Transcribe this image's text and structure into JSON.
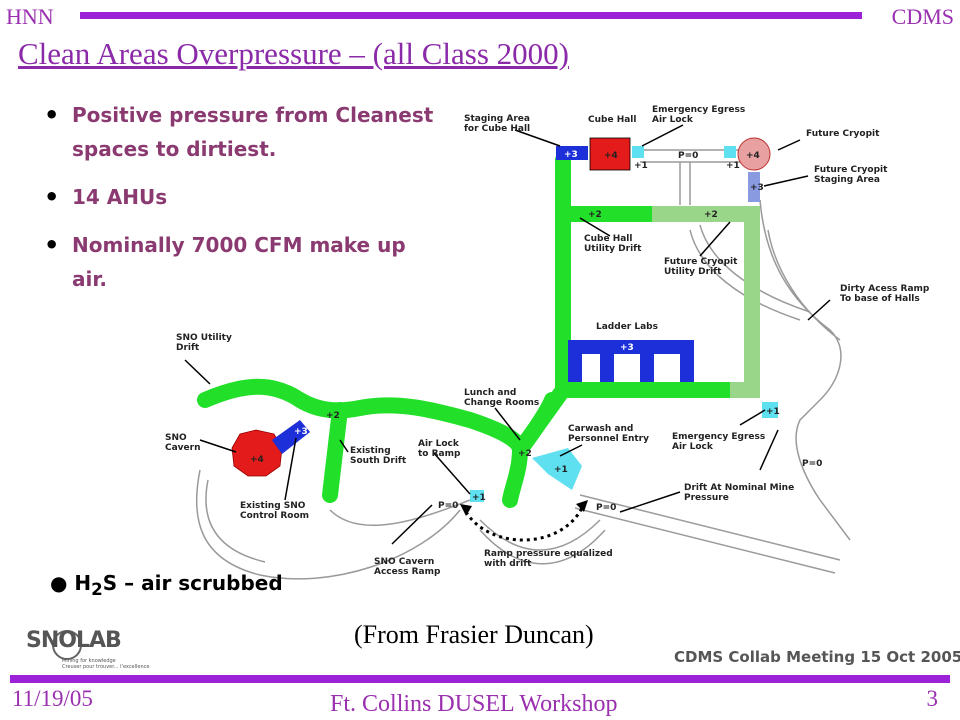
{
  "header": {
    "left": "HNN",
    "right": "CDMS"
  },
  "title": "Clean Areas Overpressure – (all Class 2000)",
  "bullets": [
    "Positive pressure from Cleanest spaces to dirtiest.",
    "14 AHUs",
    "Nominally 7000 CFM make up air."
  ],
  "h2s": {
    "prefix": "H",
    "sub": "2",
    "suffix": "S – air scrubbed"
  },
  "credit": "(From Frasier Duncan)",
  "meeting": "CDMS Collab Meeting 15 Oct 2005",
  "logo": {
    "name": "SNOLAB",
    "line1": "Mining for knowledge",
    "line2": "Creuser pour trouver... l'excellence"
  },
  "footer": {
    "date": "11/19/05",
    "workshop": "Ft. Collins DUSEL Workshop",
    "page": "3"
  },
  "colors": {
    "accent": "#9b22d6",
    "clean_drift": "#22e02a",
    "plus3": "#1d2fd8",
    "plus4": "#e31b1b",
    "plus1": "#5fe0f0",
    "future": "#9ad68a"
  },
  "diagram": {
    "labels": {
      "staging": [
        "Staging Area",
        "for Cube Hall"
      ],
      "cube_hall": "Cube Hall",
      "egress_top": [
        "Emergency Egress",
        "Air Lock"
      ],
      "future_cryopit": "Future Cryopit",
      "future_staging": [
        "Future Cryopit",
        "Staging Area"
      ],
      "cube_utility": [
        "Cube Hall",
        "Utility Drift"
      ],
      "future_utility": [
        "Future Cryopit",
        "Utility Drift"
      ],
      "dirty_ramp": [
        "Dirty Acess Ramp",
        "To base of Halls"
      ],
      "ladder_labs": "Ladder Labs",
      "sno_utility": [
        "SNO Utility",
        "Drift"
      ],
      "lunch": [
        "Lunch and",
        "Change Rooms"
      ],
      "carwash": [
        "Carwash and",
        "Personnel Entry"
      ],
      "egress_bottom": [
        "Emergency Egress",
        "Air Lock"
      ],
      "sno_cavern": [
        "SNO",
        "Cavern"
      ],
      "existing_south": [
        "Existing",
        "South Drift"
      ],
      "air_lock_ramp": [
        "Air Lock",
        "to Ramp"
      ],
      "existing_control": [
        "Existing SNO",
        "Control Room"
      ],
      "drift_nominal": [
        "Drift At Nominal Mine",
        "Pressure"
      ],
      "sno_access": [
        "SNO Cavern",
        "Access Ramp"
      ],
      "ramp_equalized": [
        "Ramp pressure equalized",
        "with drift"
      ]
    },
    "pressures": {
      "staging": "+3",
      "cube_hall": "+4",
      "cube_exit": "+1",
      "p0_top": "P=0",
      "cryo_exit": "+1",
      "cryopit": "+4",
      "cryo_staging": "+3",
      "utility_left": "+2",
      "utility_right": "+2",
      "ladder": "+3",
      "egress_bottom": "+1",
      "p0_right": "P=0",
      "sno_utility": "+2",
      "sno_link": "+3",
      "sno_cavern": "+4",
      "junction": "+2",
      "carwash": "+1",
      "air_lock": "+1",
      "p0_left": "P=0",
      "p0_bottom": "P=0"
    }
  }
}
